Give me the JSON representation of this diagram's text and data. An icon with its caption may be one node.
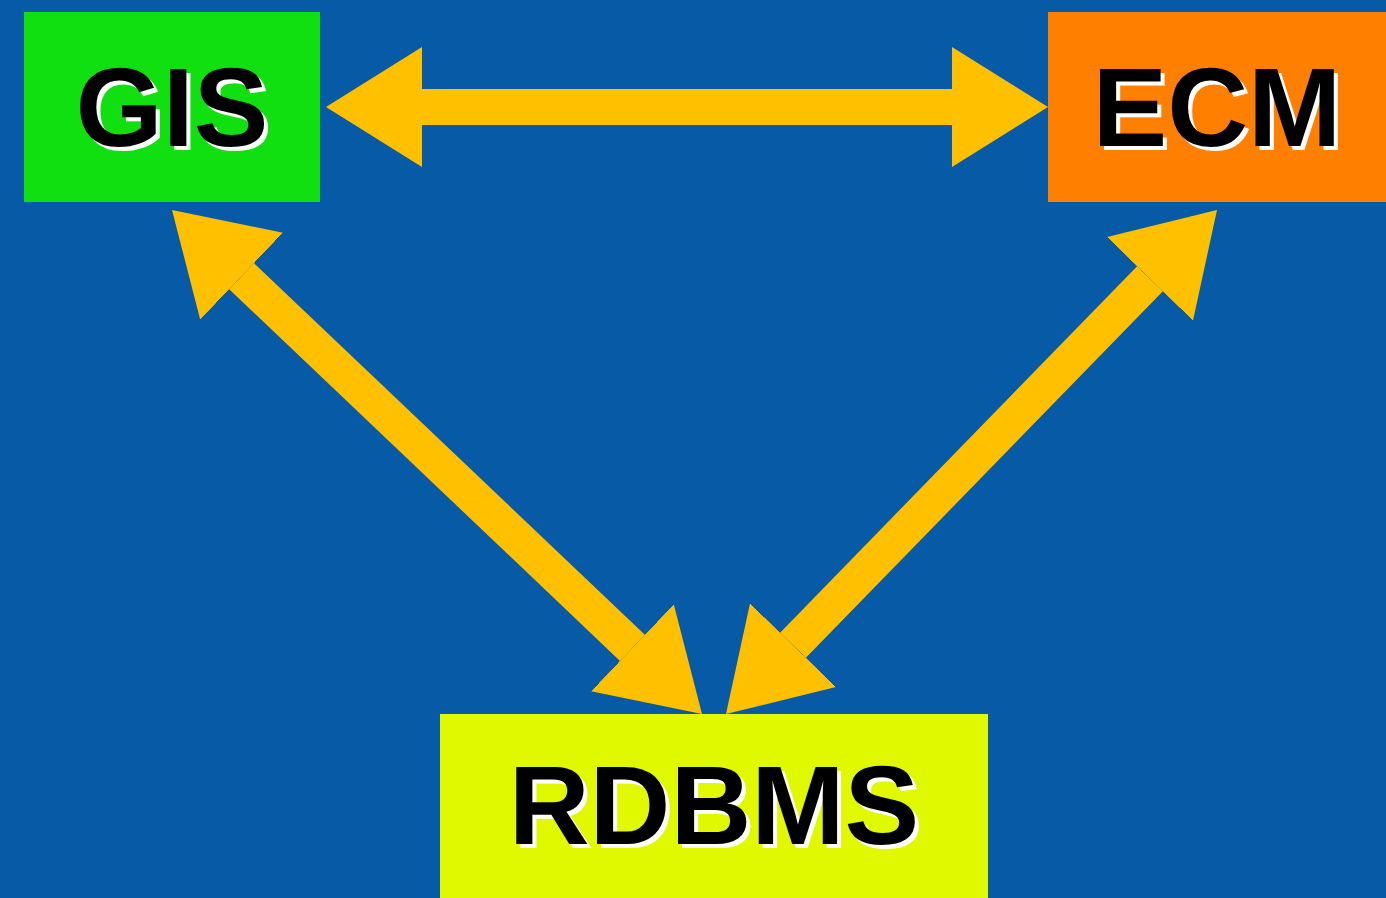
{
  "diagram": {
    "nodes": [
      {
        "text": [
          "GIS"
        ]
      },
      {
        "text": [
          "ECM"
        ]
      },
      {
        "text": [
          "RDBMS"
        ]
      }
    ],
    "edges": [
      {
        "from": 0,
        "to": 1,
        "arrow": "both"
      },
      {
        "from": 0,
        "to": 2,
        "arrow": "both"
      },
      {
        "from": 1,
        "to": 2,
        "arrow": "both"
      }
    ]
  }
}
